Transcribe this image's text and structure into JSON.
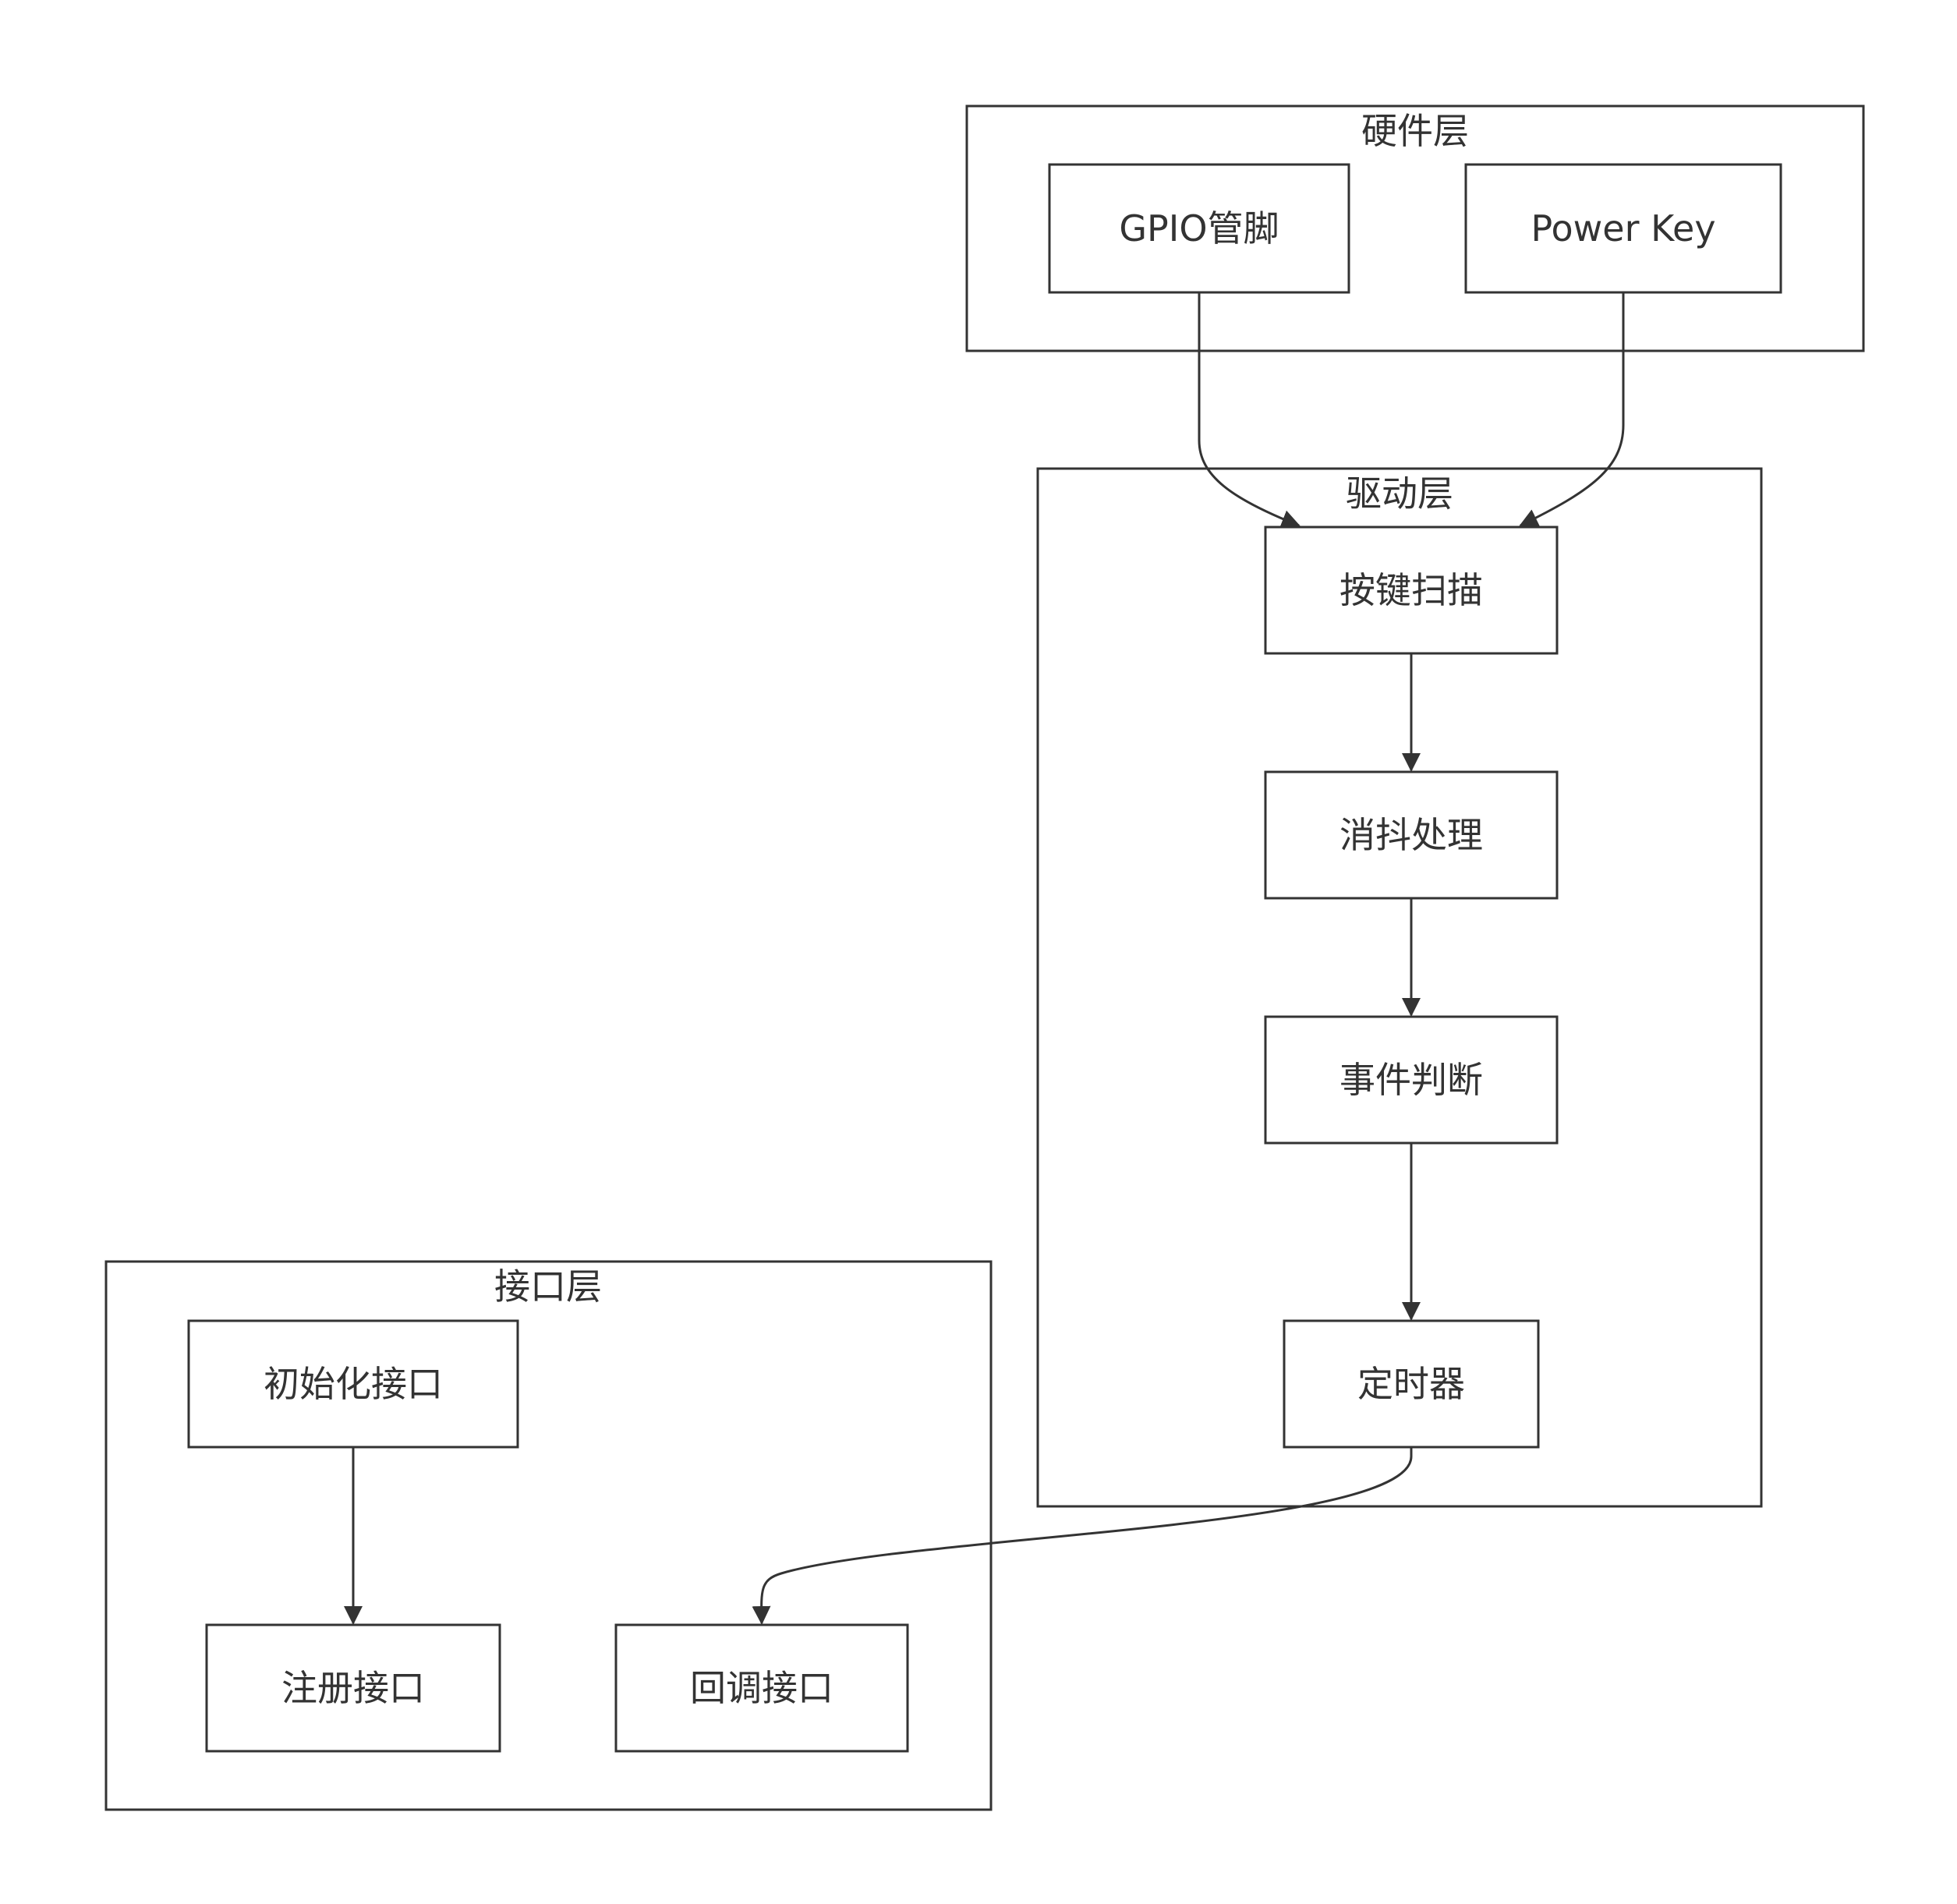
{
  "diagram": {
    "clusters": {
      "hardware": {
        "label": "硬件层"
      },
      "driver": {
        "label": "驱动层"
      },
      "interface": {
        "label": "接口层"
      }
    },
    "nodes": {
      "gpio": {
        "label": "GPIO管脚"
      },
      "power_key": {
        "label": "Power Key"
      },
      "key_scan": {
        "label": "按键扫描"
      },
      "debounce": {
        "label": "消抖处理"
      },
      "event": {
        "label": "事件判断"
      },
      "timer": {
        "label": "定时器"
      },
      "init_api": {
        "label": "初始化接口"
      },
      "register_api": {
        "label": "注册接口"
      },
      "callback_api": {
        "label": "回调接口"
      }
    },
    "edges": [
      {
        "from": "gpio",
        "to": "key_scan"
      },
      {
        "from": "power_key",
        "to": "key_scan"
      },
      {
        "from": "key_scan",
        "to": "debounce"
      },
      {
        "from": "debounce",
        "to": "event"
      },
      {
        "from": "event",
        "to": "timer"
      },
      {
        "from": "timer",
        "to": "callback_api"
      },
      {
        "from": "init_api",
        "to": "register_api"
      }
    ],
    "colors": {
      "stroke": "#333333",
      "text": "#333333",
      "background": "#ffffff"
    }
  }
}
